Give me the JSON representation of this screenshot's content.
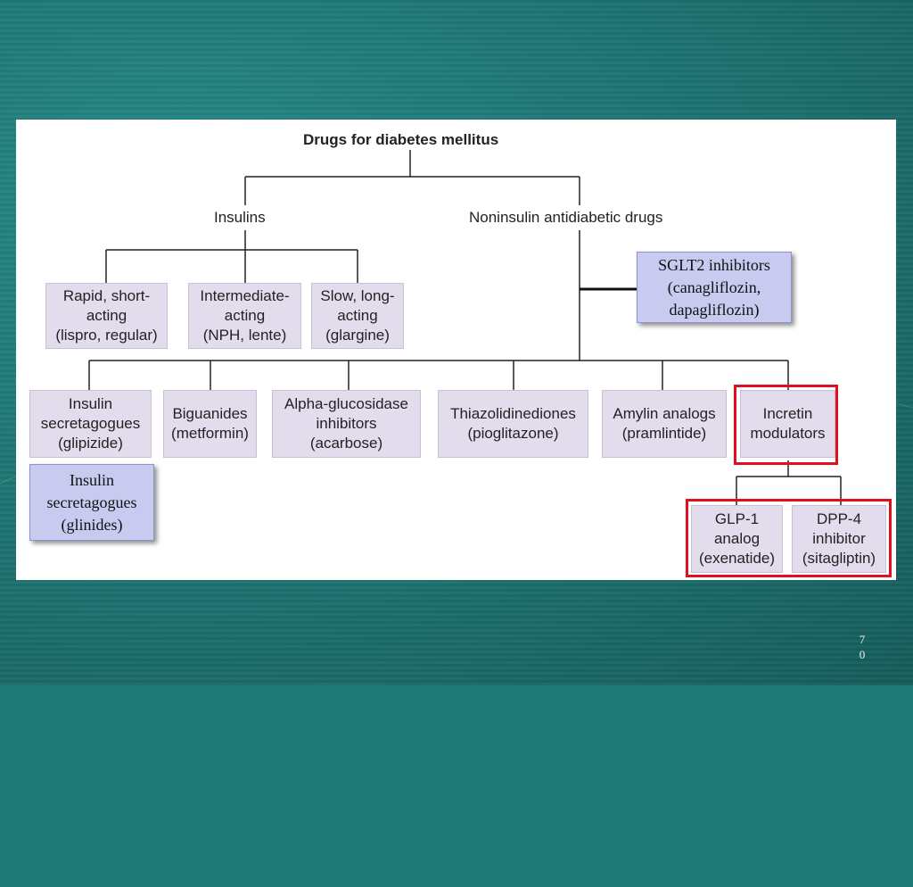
{
  "chart": {
    "title": "Drugs for diabetes mellitus",
    "insulins_label": "Insulins",
    "noninsulin_label": "Noninsulin antidiabetic drugs"
  },
  "insulin_types": [
    "Rapid, short-\nacting\n(lispro, regular)",
    "Intermediate-\nacting\n(NPH, lente)",
    "Slow, long-\nacting\n(glargine)"
  ],
  "noninsulin_classes": [
    "Insulin\nsecretagogues\n(glipizide)",
    "Biguanides\n(metformin)",
    "Alpha-glucosidase\ninhibitors\n(acarbose)",
    "Thiazolidinediones\n(pioglitazone)",
    "Amylin analogs\n(pramlintide)",
    "Incretin\nmodulators"
  ],
  "incretin_subtypes": [
    "GLP-1\nanalog\n(exenatide)",
    "DPP-4\ninhibitor\n(sitagliptin)"
  ],
  "added_boxes": {
    "sglt2": "SGLT2 inhibitors\n(canagliflozin,\ndapagliflozin)",
    "glinides": "Insulin\nsecretagogues\n(glinides)"
  },
  "page_number": "7\n0",
  "colors": {
    "background": "#1f7a78",
    "box_fill": "#e3dced",
    "added_box_fill": "#c8caf0",
    "highlight_frame": "#e0101e"
  }
}
